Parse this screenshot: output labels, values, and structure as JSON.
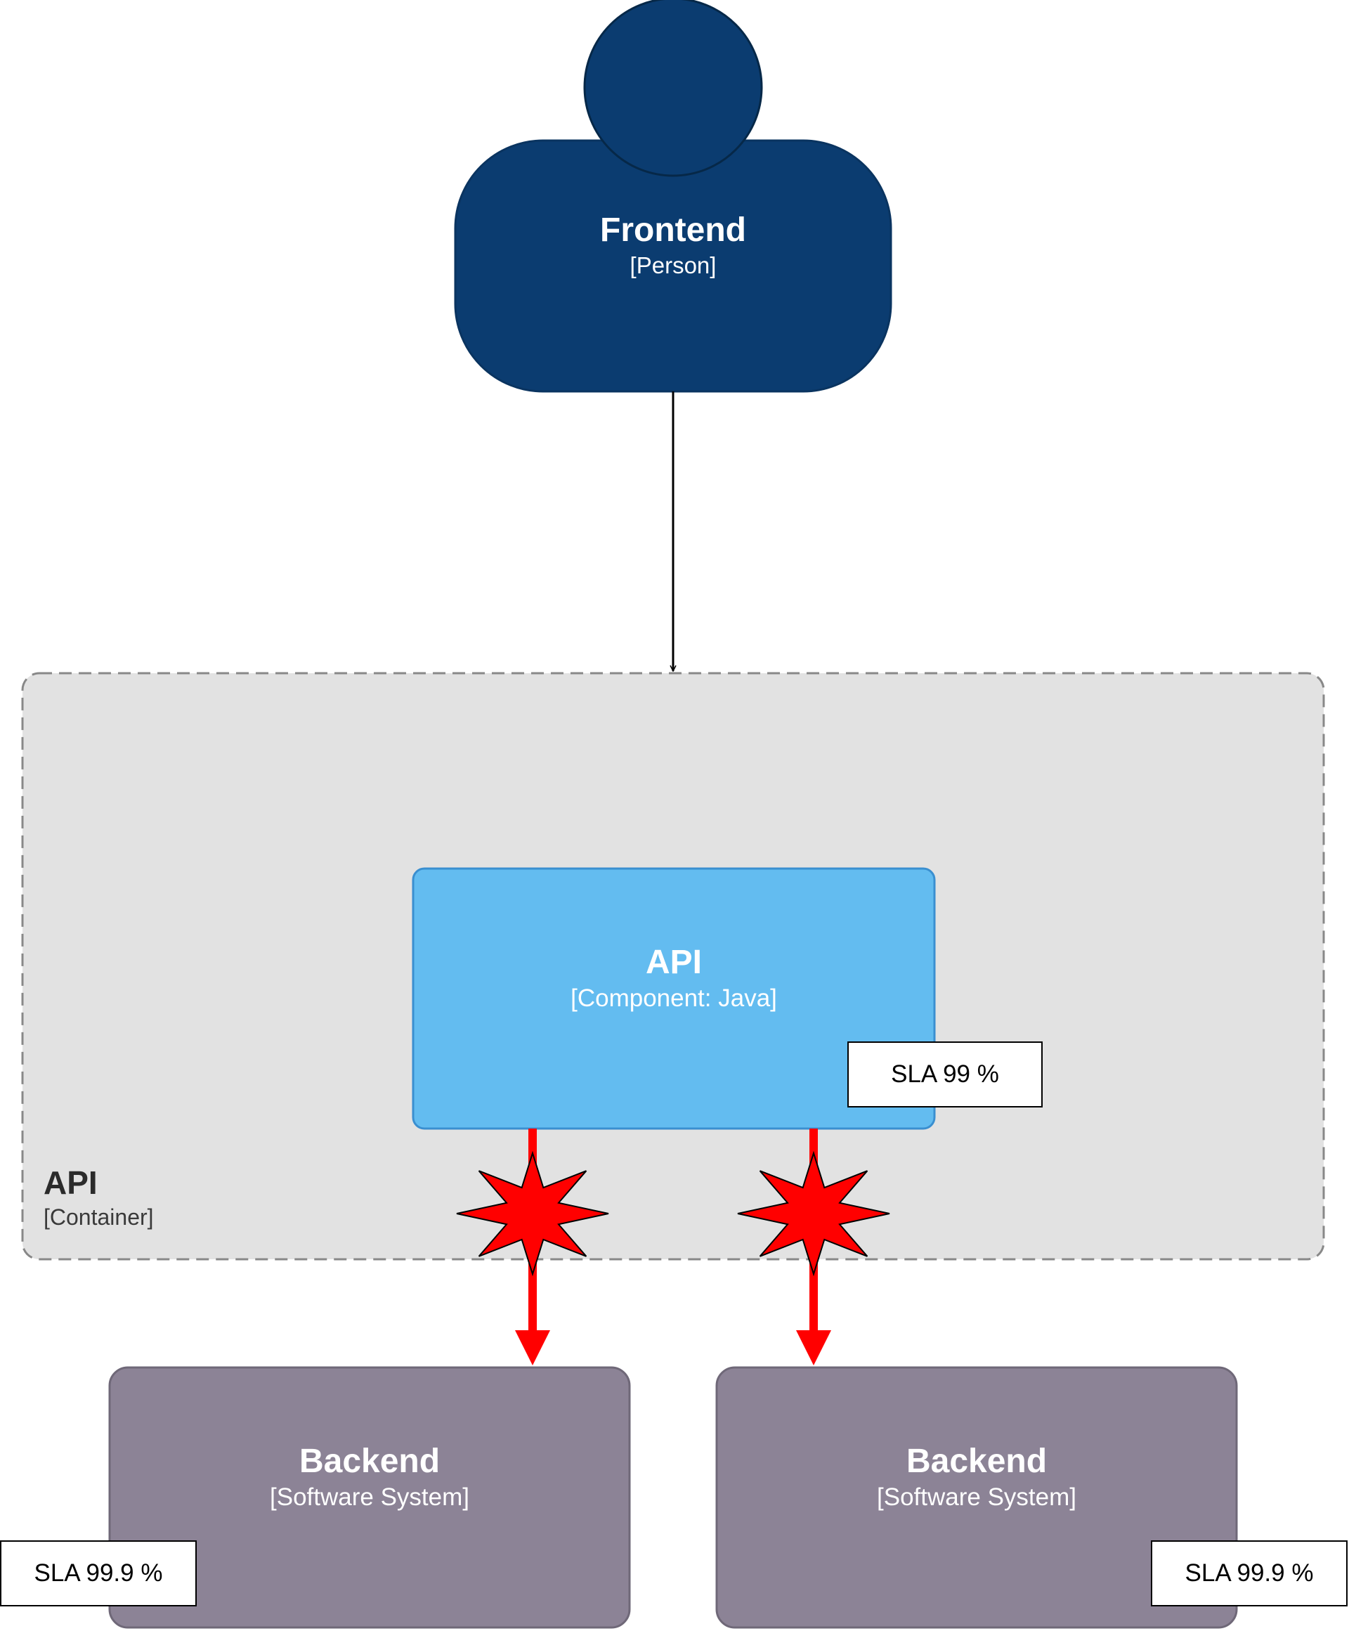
{
  "colors": {
    "person_fill": "#0b3c70",
    "person_stroke": "#0a3460",
    "container_fill": "#e2e2e2",
    "container_stroke": "#888888",
    "component_fill": "#63bcf0",
    "component_stroke": "#3a8fd0",
    "system_fill": "#8c8396",
    "system_stroke": "#6f6878",
    "error_arrow": "#ff0000",
    "normal_arrow": "#000000"
  },
  "person": {
    "title": "Frontend",
    "subtitle": "[Person]",
    "icon": "person-shape"
  },
  "container": {
    "title": "API",
    "subtitle": "[Container]"
  },
  "component": {
    "title": "API",
    "subtitle": "[Component: Java]",
    "sla": "SLA 99 %"
  },
  "systems": [
    {
      "title": "Backend",
      "subtitle": "[Software System]",
      "sla": "SLA 99.9 %"
    },
    {
      "title": "Backend",
      "subtitle": "[Software System]",
      "sla": "SLA 99.9 %"
    }
  ],
  "markers": {
    "icon": "explosion-icon"
  }
}
